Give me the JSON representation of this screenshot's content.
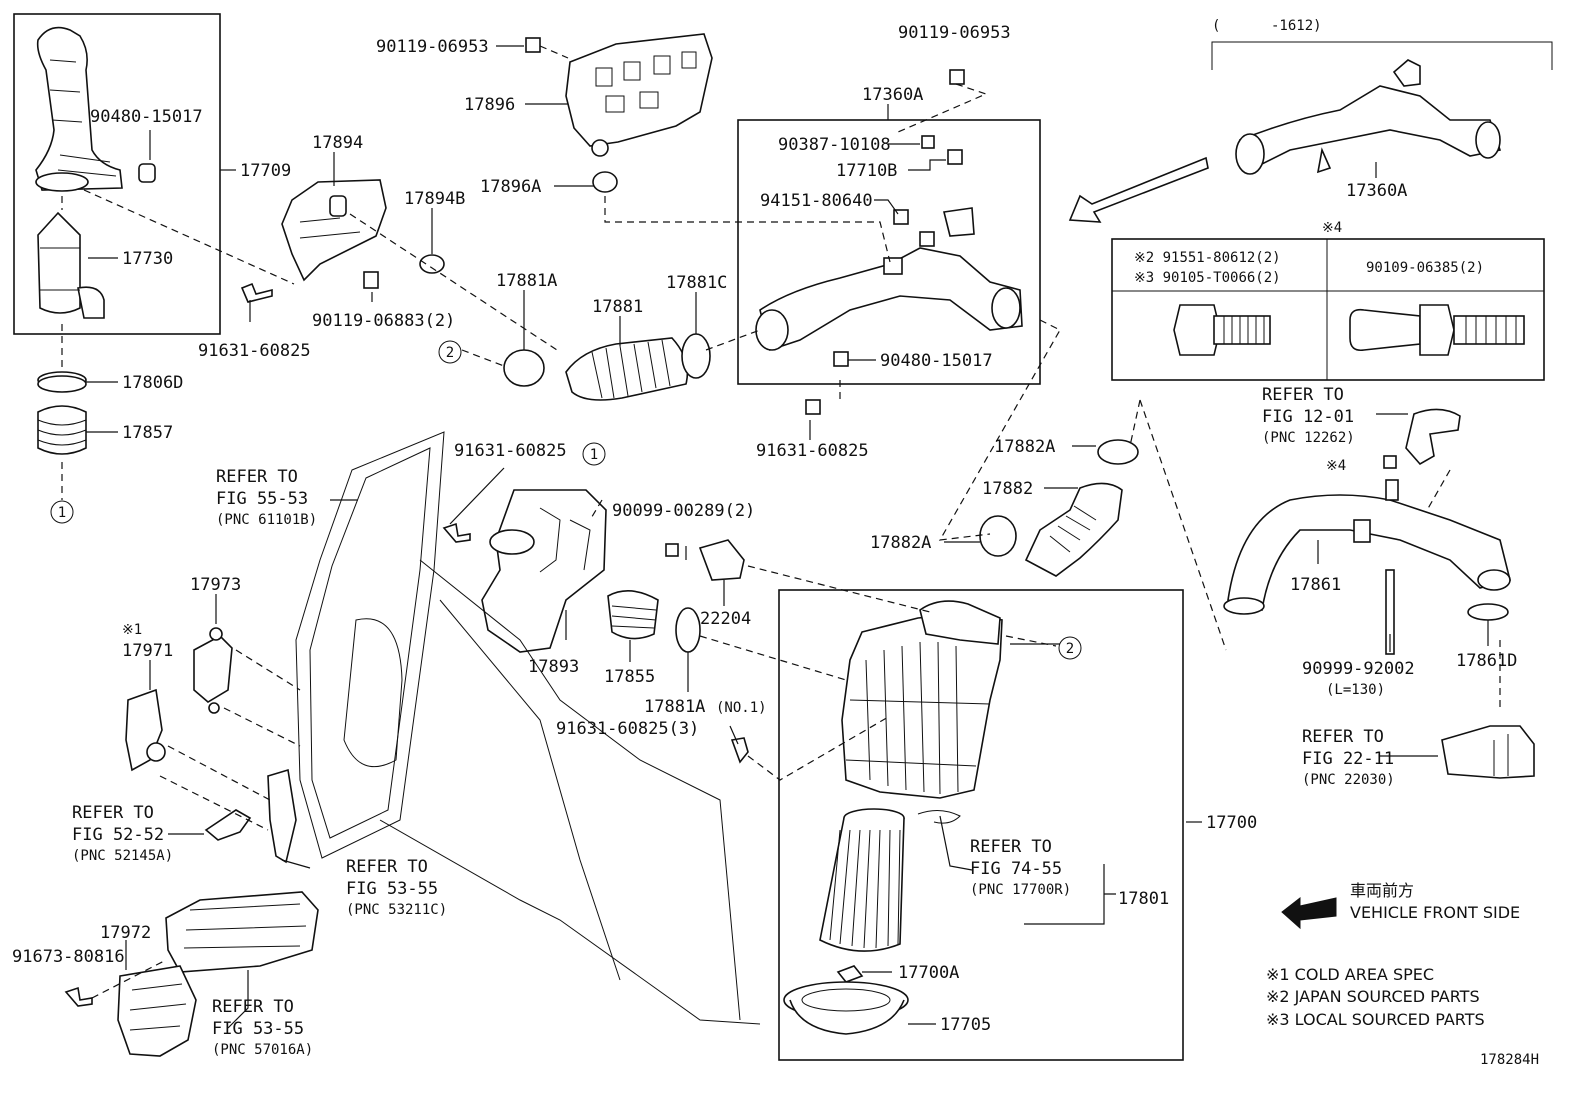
{
  "part_numbers": {
    "p17709": "17709",
    "p90480_15017_a": "90480-15017",
    "p17730": "17730",
    "p17806D": "17806D",
    "p17857": "17857",
    "p91631_60825_a": "91631-60825",
    "p17894": "17894",
    "p90119_06883": "90119-06883(2)",
    "p17894B": "17894B",
    "p90119_06953_a": "90119-06953",
    "p17896": "17896",
    "p17896A": "17896A",
    "p17881A": "17881A",
    "p17881": "17881",
    "p17881C": "17881C",
    "p90119_06953_b": "90119-06953",
    "p17360A_top": "17360A",
    "p90387_10108": "90387-10108",
    "p17710B": "17710B",
    "p94151_80640": "94151-80640",
    "p90480_15017_b": "90480-15017",
    "p91631_60825_b": "91631-60825",
    "p17360A_right": "17360A",
    "p17882A_top": "17882A",
    "p17882": "17882",
    "p17882A_bottom": "17882A",
    "p91631_60825_c": "91631-60825",
    "p90099_00289": "90099-00289(2)",
    "p22204": "22204",
    "p17893": "17893",
    "p17855": "17855",
    "p17881A_no1": "17881A",
    "p17881A_no1_suffix": "(NO.1)",
    "p91631_60825_3": "91631-60825(3)",
    "p17973": "17973",
    "p17971": "17971",
    "p17972": "17972",
    "p91673_80816": "91673-80816",
    "p17700": "17700",
    "p17801": "17801",
    "p17700A": "17700A",
    "p17705": "17705",
    "p17861": "17861",
    "p90999_92002": "90999-92002",
    "p90999_len": "(L=130)",
    "p17861D": "17861D",
    "p_note4_bolt": "※4"
  },
  "callouts": {
    "circle_1": "1",
    "circle_2": "2"
  },
  "refer_to": [
    {
      "line1": "REFER TO",
      "line2": "FIG 55-53",
      "pnc": "(PNC 61101B)"
    },
    {
      "line1": "REFER TO",
      "line2": "FIG 52-52",
      "pnc": "(PNC 52145A)"
    },
    {
      "line1": "REFER TO",
      "line2": "FIG 53-55",
      "pnc": "(PNC 53211C)"
    },
    {
      "line1": "REFER TO",
      "line2": "FIG 53-55",
      "pnc": "(PNC 57016A)"
    },
    {
      "line1": "REFER TO",
      "line2": "FIG 74-55",
      "pnc": "(PNC 17700R)"
    },
    {
      "line1": "REFER TO",
      "line2": "FIG 12-01",
      "pnc": "(PNC 12262)"
    },
    {
      "line1": "REFER TO",
      "line2": "FIG 22-11",
      "pnc": "(PNC 22030)"
    }
  ],
  "date_range": "(      -1612)",
  "note_prefix_1": "※1",
  "bolt_table": {
    "title": "※4",
    "left_row1": "※2 91551-80612(2)",
    "left_row2": "※3 90105-T0066(2)",
    "right_row1": "90109-06385(2)"
  },
  "vehicle_front": {
    "jp": "車両前方",
    "en": "VEHICLE FRONT SIDE"
  },
  "legend": [
    "※1 COLD AREA SPEC",
    "※2 JAPAN SOURCED PARTS",
    "※3 LOCAL SOURCED PARTS"
  ],
  "figure_id": "178284H"
}
